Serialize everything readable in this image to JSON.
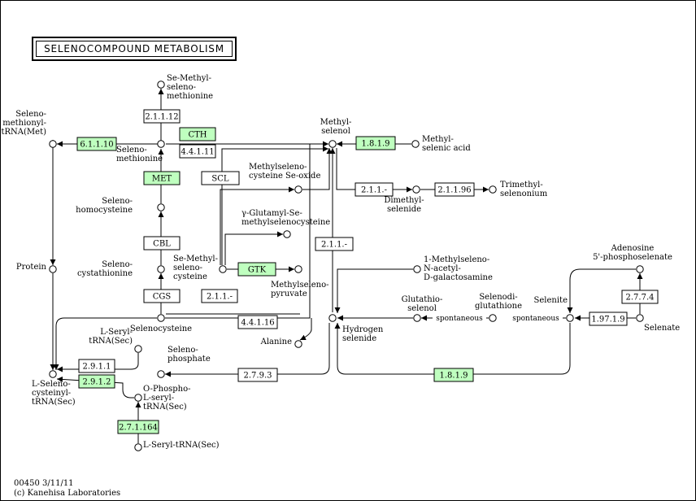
{
  "title": "SELENOCOMPOUND METABOLISM",
  "footer": {
    "line1": "00450 3/11/11",
    "line2": "(c) Kanehisa Laboratories"
  },
  "colors": {
    "enzyme_present": "#bfffbf",
    "enzyme_absent": "#ffffff",
    "line": "#000000"
  },
  "enzymes": [
    {
      "id": "e1",
      "label": "2.1.1.12",
      "present": false
    },
    {
      "id": "e2",
      "label": "CTH",
      "present": true
    },
    {
      "id": "e3",
      "label": "4.4.1.11",
      "present": false
    },
    {
      "id": "e4",
      "label": "6.1.1.10",
      "present": true
    },
    {
      "id": "e5",
      "label": "MET",
      "present": true
    },
    {
      "id": "e6",
      "label": "SCL",
      "present": false
    },
    {
      "id": "e7",
      "label": "1.8.1.9",
      "present": true
    },
    {
      "id": "e8",
      "label": "2.1.1.-",
      "present": false
    },
    {
      "id": "e9",
      "label": "2.1.1.96",
      "present": false
    },
    {
      "id": "e10",
      "label": "CBL",
      "present": false
    },
    {
      "id": "e11",
      "label": "2.1.1.-",
      "present": false
    },
    {
      "id": "e12",
      "label": "GTK",
      "present": true
    },
    {
      "id": "e13",
      "label": "CGS",
      "present": false
    },
    {
      "id": "e14",
      "label": "2.1.1.-",
      "present": false
    },
    {
      "id": "e15",
      "label": "4.4.1.16",
      "present": false
    },
    {
      "id": "e16",
      "label": "2.7.7.4",
      "present": false
    },
    {
      "id": "e17",
      "label": "1.97.1.9",
      "present": false
    },
    {
      "id": "e18",
      "label": "2.9.1.1",
      "present": false
    },
    {
      "id": "e19",
      "label": "2.9.1.2",
      "present": true
    },
    {
      "id": "e20",
      "label": "2.7.9.3",
      "present": false
    },
    {
      "id": "e21",
      "label": "1.8.1.9",
      "present": true
    },
    {
      "id": "e22",
      "label": "2.7.1.164",
      "present": true
    }
  ],
  "compounds": [
    {
      "id": "c1",
      "lines": [
        "Se-Methyl-",
        "seleno-",
        "methionine"
      ]
    },
    {
      "id": "c2",
      "lines": [
        "Seleno-",
        "methionyl-",
        "tRNA(Met)"
      ]
    },
    {
      "id": "c3",
      "lines": [
        "Seleno-",
        "methionine"
      ]
    },
    {
      "id": "c4",
      "lines": [
        "Methyl-",
        "selenol"
      ]
    },
    {
      "id": "c5",
      "lines": [
        "Methyl-",
        "selenic acid"
      ]
    },
    {
      "id": "c6",
      "lines": [
        "Methylseleno-",
        "cysteine Se-oxide"
      ]
    },
    {
      "id": "c7",
      "lines": [
        "Dimethyl-",
        "selenide"
      ]
    },
    {
      "id": "c8",
      "lines": [
        "Trimethyl-",
        "selenonium"
      ]
    },
    {
      "id": "c9",
      "lines": [
        "Seleno-",
        "homocysteine"
      ]
    },
    {
      "id": "c10",
      "lines": [
        "γ-Glutamyl-Se-",
        "methylselenocysteine"
      ]
    },
    {
      "id": "c11",
      "lines": [
        "Protein"
      ]
    },
    {
      "id": "c12",
      "lines": [
        "Seleno-",
        "cystathionine"
      ]
    },
    {
      "id": "c13",
      "lines": [
        "Se-Methyl-",
        "seleno-",
        "cysteine"
      ]
    },
    {
      "id": "c14",
      "lines": [
        "Methylseleno-",
        "pyruvate"
      ]
    },
    {
      "id": "c15",
      "lines": [
        "1-Methylseleno-",
        "N-acetyl-",
        "D-galactosamine"
      ]
    },
    {
      "id": "c16",
      "lines": [
        "Adenosine",
        "5'-phosphoselenate"
      ]
    },
    {
      "id": "c17",
      "lines": [
        "Glutathio-",
        "selenol"
      ]
    },
    {
      "id": "c18",
      "lines": [
        "Selenodi-",
        "glutathione"
      ]
    },
    {
      "id": "c19",
      "lines": [
        "Selenite"
      ]
    },
    {
      "id": "c20",
      "lines": [
        "Selenate"
      ]
    },
    {
      "id": "c21",
      "lines": [
        "Selenocysteine"
      ]
    },
    {
      "id": "c22",
      "lines": [
        "Hydrogen",
        "selenide"
      ]
    },
    {
      "id": "c23",
      "lines": [
        "Alanine"
      ]
    },
    {
      "id": "c24",
      "lines": [
        "L-Seryl-",
        "tRNA(Sec)"
      ]
    },
    {
      "id": "c25",
      "lines": [
        "Seleno-",
        "phosphate"
      ]
    },
    {
      "id": "c26",
      "lines": [
        "L-Seleno-",
        "cysteinyl-",
        "tRNA(Sec)"
      ]
    },
    {
      "id": "c27",
      "lines": [
        "O-Phospho-",
        "L-seryl-",
        "tRNA(Sec)"
      ]
    },
    {
      "id": "c28",
      "lines": [
        "L-Seryl-tRNA(Sec)"
      ]
    }
  ],
  "spontaneous": [
    {
      "id": "s1",
      "label": "spontaneous"
    },
    {
      "id": "s2",
      "label": "spontaneous"
    }
  ]
}
